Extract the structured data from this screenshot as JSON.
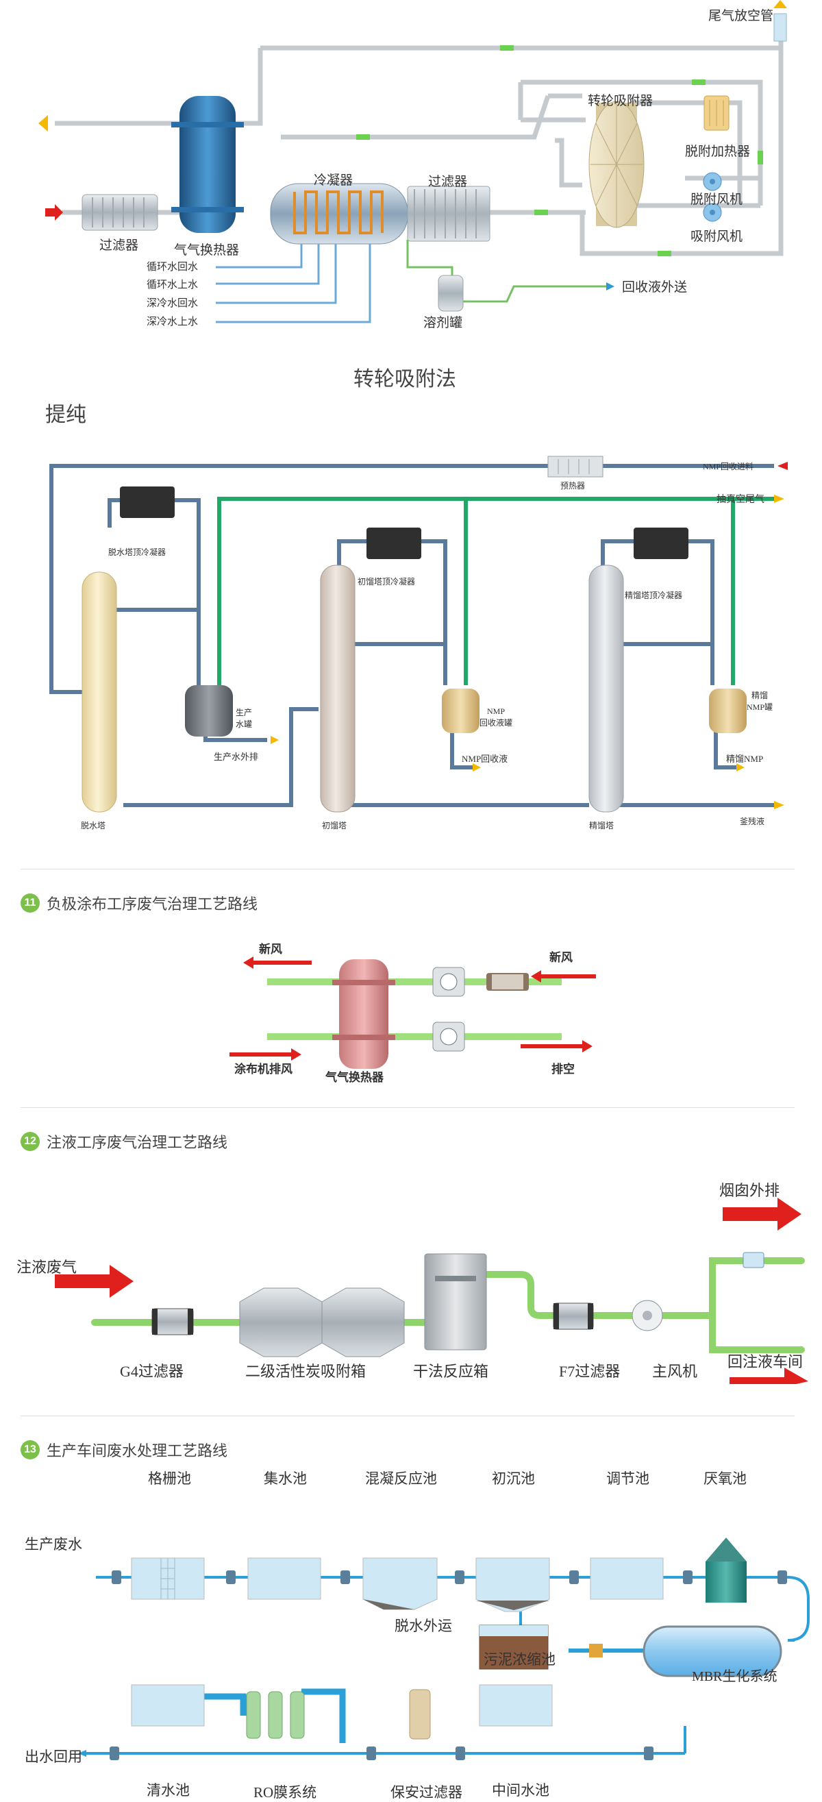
{
  "diagram1": {
    "title": "转轮吸附法",
    "labels": {
      "tail_pipe": "尾气放空管",
      "rotor_adsorber": "转轮吸附器",
      "desorb_heater": "脱附加热器",
      "desorb_fan": "脱附风机",
      "adsorb_fan": "吸附风机",
      "condenser": "冷凝器",
      "filter_mid": "过滤器",
      "filter_left": "过滤器",
      "gas_hx": "气气换热器",
      "circ_return": "循环水回水",
      "circ_supply": "循环水上水",
      "deep_return": "深冷水回水",
      "deep_supply": "深冷水上水",
      "solvent_tank": "溶剂罐",
      "recovered_out": "回收液外送"
    }
  },
  "diagram2": {
    "title": "提纯",
    "labels": {
      "nmp_feed": "NMP回收进料",
      "vacuum_tail": "抽真空尾气",
      "preheater": "预热器",
      "dewater_cond": "脱水塔顶冷凝器",
      "crude_cond": "初馏塔顶冷凝器",
      "fine_cond": "精馏塔顶冷凝器",
      "prod_tank": "生产\n水罐",
      "nmp_tank": "NMP\n回收液罐",
      "fine_nmp_tank": "精馏\nNMP罐",
      "prod_water_out": "生产水外排",
      "nmp_recovered": "NMP回收液",
      "fine_nmp": "精馏NMP",
      "dewater_tower": "脱水塔",
      "crude_tower": "初馏塔",
      "fine_tower": "精馏塔",
      "residue": "釜残液"
    }
  },
  "section11": {
    "number": "11",
    "title": "负极涂布工序废气治理工艺路线",
    "labels": {
      "fresh_air_left": "新风",
      "fresh_air_right": "新风",
      "coater_exhaust": "涂布机排风",
      "hx": "气气换热器",
      "exhaust": "排空"
    }
  },
  "section12": {
    "number": "12",
    "title": "注液工序废气治理工艺路线",
    "labels": {
      "inlet": "注液废气",
      "chimney": "烟囱外排",
      "g4": "G4过滤器",
      "carbon": "二级活性炭吸附箱",
      "dry_reactor": "干法反应箱",
      "f7": "F7过滤器",
      "main_fan": "主风机",
      "return": "回注液车间"
    }
  },
  "section13": {
    "number": "13",
    "title": "生产车间废水处理工艺路线",
    "labels": {
      "grid": "格栅池",
      "collect": "集水池",
      "coag": "混凝反应池",
      "primary": "初沉池",
      "adjust": "调节池",
      "anaerobic": "厌氧池",
      "wastewater": "生产废水",
      "dewater_out": "脱水外运",
      "sludge": "污泥浓缩池",
      "mbr": "MBR生化系统",
      "reuse": "出水回用",
      "clear": "清水池",
      "ro": "RO膜系统",
      "security_filter": "保安过滤器",
      "middle": "中间水池"
    }
  },
  "colors": {
    "pipe_gray": "#c8ccd0",
    "pipe_blue": "#5b8fc7",
    "pipe_green": "#2fae6e",
    "pipe_lightgreen": "#8fd36b",
    "arrow_yellow": "#f5b800",
    "arrow_red": "#e0201c",
    "tank_blue": "#2a6ea8",
    "water": "#cfe8f5",
    "accent_green": "#7cbf4a"
  }
}
